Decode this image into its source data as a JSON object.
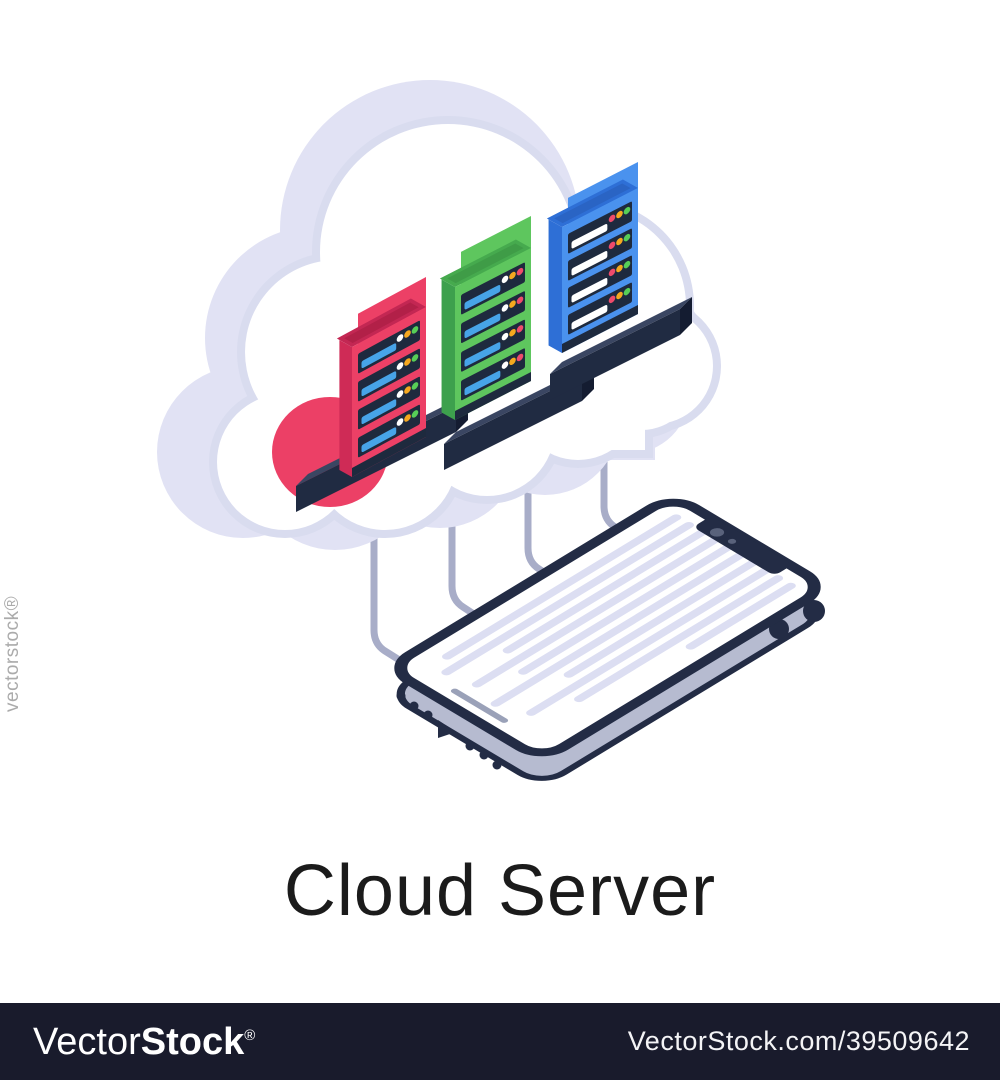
{
  "title": {
    "text": "Cloud Server"
  },
  "watermarks": {
    "side_text": "vectorstock®",
    "footer": {
      "logo_thin": "Vector",
      "logo_bold": "Stock",
      "logo_reg": "®",
      "url": "VectorStock.com/39509642"
    }
  },
  "illustration": {
    "description": "isometric cloud with three server racks connected by wires to a smartphone",
    "slots_per_server": 4,
    "connection_count": 4,
    "servers": [
      {
        "name": "red-server",
        "front": "#ec4066",
        "dark": "#c32753",
        "side": "#cf2b56",
        "recess": "#b22048",
        "bar": "#47a4e8",
        "dots": [
          "#ffffff",
          "#f5a81f",
          "#57ce57"
        ]
      },
      {
        "name": "green-server",
        "front": "#5ec65e",
        "dark": "#46aa4e",
        "side": "#3da04d",
        "recess": "#3f9c47",
        "bar": "#47a4e8",
        "dots": [
          "#ffffff",
          "#f5a81f",
          "#ef4b6b"
        ]
      },
      {
        "name": "blue-server",
        "front": "#4a92ee",
        "dark": "#2e6fd6",
        "side": "#2e6fd6",
        "recess": "#2a64c4",
        "bar": "#ffffff",
        "dots": [
          "#ef4b6b",
          "#f5a81f",
          "#57ce57"
        ]
      }
    ],
    "phone": {
      "screen_lines": 10,
      "line_lengths": [
        282,
        298,
        240,
        292,
        252,
        300,
        228,
        288,
        246,
        128
      ]
    }
  },
  "colors": {
    "cloud_back": "#e1e2f4",
    "cloud_front": "#ffffff",
    "cloud_outline": "#d9dcef",
    "slot": "#1e2a3e",
    "slab_top": "#3a4662",
    "slab_front": "#202b42",
    "slab_end": "#141c31",
    "wire": "#a8adc8",
    "phone_frame": "#232c45",
    "phone_side": "#b6bbd0",
    "camera": "#59627b",
    "swipe_bar": "#9aa1b8",
    "screen_stripe": "#dcdef2",
    "footer_bg": "#191b2c",
    "title_color": "#1b1b1b",
    "watermark_gray": "#ababab"
  }
}
